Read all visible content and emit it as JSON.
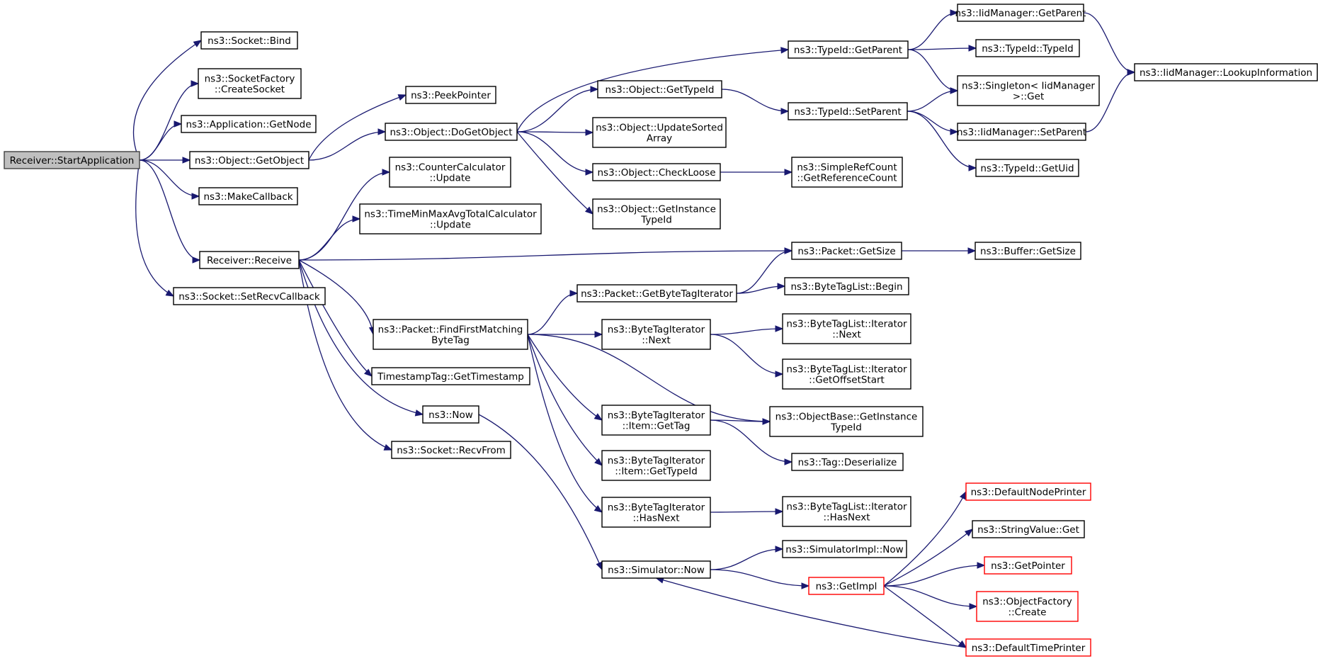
{
  "colors": {
    "edge": "#191970",
    "node_border": "#000000",
    "root_fill": "#bfbfbf",
    "root_border": "#404040",
    "truncated_border": "#ff0000",
    "text": "#000000"
  },
  "nodes": [
    {
      "id": "n0",
      "lines": [
        "Receiver::StartApplication"
      ],
      "style": "root"
    },
    {
      "id": "n1",
      "lines": [
        "ns3::Socket::Bind"
      ]
    },
    {
      "id": "n2",
      "lines": [
        "ns3::SocketFactory",
        "::CreateSocket"
      ]
    },
    {
      "id": "n3",
      "lines": [
        "ns3::Application::GetNode"
      ]
    },
    {
      "id": "n4",
      "lines": [
        "ns3::Object::GetObject"
      ]
    },
    {
      "id": "n5",
      "lines": [
        "ns3::MakeCallback"
      ]
    },
    {
      "id": "n6",
      "lines": [
        "Receiver::Receive"
      ]
    },
    {
      "id": "n7",
      "lines": [
        "ns3::Socket::SetRecvCallback"
      ]
    },
    {
      "id": "n8",
      "lines": [
        "ns3::PeekPointer"
      ]
    },
    {
      "id": "n9",
      "lines": [
        "ns3::Object::DoGetObject"
      ]
    },
    {
      "id": "n10",
      "lines": [
        "ns3::CounterCalculator",
        "::Update"
      ]
    },
    {
      "id": "n11",
      "lines": [
        "ns3::TimeMinMaxAvgTotalCalculator",
        "::Update"
      ]
    },
    {
      "id": "n12",
      "lines": [
        "ns3::Packet::FindFirstMatching",
        "ByteTag"
      ]
    },
    {
      "id": "n13",
      "lines": [
        "TimestampTag::GetTimestamp"
      ]
    },
    {
      "id": "n14",
      "lines": [
        "ns3::Now"
      ]
    },
    {
      "id": "n15",
      "lines": [
        "ns3::Socket::RecvFrom"
      ]
    },
    {
      "id": "n16",
      "lines": [
        "ns3::Object::GetTypeId"
      ]
    },
    {
      "id": "n17",
      "lines": [
        "ns3::Object::UpdateSorted",
        "Array"
      ]
    },
    {
      "id": "n18",
      "lines": [
        "ns3::Object::CheckLoose"
      ]
    },
    {
      "id": "n19",
      "lines": [
        "ns3::Object::GetInstance",
        "TypeId"
      ]
    },
    {
      "id": "n20",
      "lines": [
        "ns3::TypeId::GetParent"
      ]
    },
    {
      "id": "n21",
      "lines": [
        "ns3::TypeId::SetParent"
      ]
    },
    {
      "id": "n22",
      "lines": [
        "ns3::SimpleRefCount",
        "::GetReferenceCount"
      ]
    },
    {
      "id": "n23",
      "lines": [
        "ns3::IidManager::GetParent"
      ]
    },
    {
      "id": "n24",
      "lines": [
        "ns3::TypeId::TypeId"
      ]
    },
    {
      "id": "n25",
      "lines": [
        "ns3::Singleton< IidManager",
        ">::Get"
      ]
    },
    {
      "id": "n26",
      "lines": [
        "ns3::IidManager::SetParent"
      ]
    },
    {
      "id": "n27",
      "lines": [
        "ns3::TypeId::GetUid"
      ]
    },
    {
      "id": "n28",
      "lines": [
        "ns3::IidManager::LookupInformation"
      ]
    },
    {
      "id": "n29",
      "lines": [
        "ns3::Packet::GetSize"
      ]
    },
    {
      "id": "n30",
      "lines": [
        "ns3::Buffer::GetSize"
      ]
    },
    {
      "id": "n31",
      "lines": [
        "ns3::Packet::GetByteTagIterator"
      ]
    },
    {
      "id": "n32",
      "lines": [
        "ns3::ByteTagList::Begin"
      ]
    },
    {
      "id": "n33",
      "lines": [
        "ns3::ByteTagIterator",
        "::Next"
      ]
    },
    {
      "id": "n34",
      "lines": [
        "ns3::ByteTagList::Iterator",
        "::Next"
      ]
    },
    {
      "id": "n35",
      "lines": [
        "ns3::ByteTagList::Iterator",
        "::GetOffsetStart"
      ]
    },
    {
      "id": "n36",
      "lines": [
        "ns3::ByteTagIterator",
        "::Item::GetTag"
      ]
    },
    {
      "id": "n37",
      "lines": [
        "ns3::ObjectBase::GetInstance",
        "TypeId"
      ]
    },
    {
      "id": "n38",
      "lines": [
        "ns3::Tag::Deserialize"
      ]
    },
    {
      "id": "n39",
      "lines": [
        "ns3::ByteTagIterator",
        "::Item::GetTypeId"
      ]
    },
    {
      "id": "n40",
      "lines": [
        "ns3::ByteTagIterator",
        "::HasNext"
      ]
    },
    {
      "id": "n41",
      "lines": [
        "ns3::ByteTagList::Iterator",
        "::HasNext"
      ]
    },
    {
      "id": "n42",
      "lines": [
        "ns3::Simulator::Now"
      ]
    },
    {
      "id": "n43",
      "lines": [
        "ns3::SimulatorImpl::Now"
      ]
    },
    {
      "id": "n44",
      "lines": [
        "ns3::GetImpl"
      ],
      "style": "truncated"
    },
    {
      "id": "n45",
      "lines": [
        "ns3::DefaultNodePrinter"
      ],
      "style": "truncated"
    },
    {
      "id": "n46",
      "lines": [
        "ns3::StringValue::Get"
      ]
    },
    {
      "id": "n47",
      "lines": [
        "ns3::GetPointer"
      ],
      "style": "truncated"
    },
    {
      "id": "n48",
      "lines": [
        "ns3::ObjectFactory",
        "::Create"
      ],
      "style": "truncated"
    },
    {
      "id": "n49",
      "lines": [
        "ns3::DefaultTimePrinter"
      ],
      "style": "truncated"
    }
  ],
  "edges": [
    [
      "n0",
      "n1"
    ],
    [
      "n0",
      "n2"
    ],
    [
      "n0",
      "n3"
    ],
    [
      "n0",
      "n4"
    ],
    [
      "n0",
      "n5"
    ],
    [
      "n0",
      "n6"
    ],
    [
      "n0",
      "n7"
    ],
    [
      "n4",
      "n8"
    ],
    [
      "n4",
      "n9"
    ],
    [
      "n9",
      "n16"
    ],
    [
      "n9",
      "n17"
    ],
    [
      "n9",
      "n18"
    ],
    [
      "n9",
      "n19"
    ],
    [
      "n9",
      "n20"
    ],
    [
      "n16",
      "n21"
    ],
    [
      "n18",
      "n22"
    ],
    [
      "n20",
      "n23"
    ],
    [
      "n20",
      "n24"
    ],
    [
      "n20",
      "n25"
    ],
    [
      "n21",
      "n25"
    ],
    [
      "n21",
      "n26"
    ],
    [
      "n21",
      "n27"
    ],
    [
      "n23",
      "n28"
    ],
    [
      "n26",
      "n28"
    ],
    [
      "n6",
      "n10"
    ],
    [
      "n6",
      "n11"
    ],
    [
      "n6",
      "n29"
    ],
    [
      "n6",
      "n12"
    ],
    [
      "n6",
      "n13"
    ],
    [
      "n6",
      "n14"
    ],
    [
      "n6",
      "n15"
    ],
    [
      "n29",
      "n30"
    ],
    [
      "n12",
      "n31"
    ],
    [
      "n12",
      "n33"
    ],
    [
      "n12",
      "n37"
    ],
    [
      "n12",
      "n36"
    ],
    [
      "n12",
      "n39"
    ],
    [
      "n12",
      "n40"
    ],
    [
      "n31",
      "n29"
    ],
    [
      "n31",
      "n32"
    ],
    [
      "n33",
      "n34"
    ],
    [
      "n33",
      "n35"
    ],
    [
      "n36",
      "n37"
    ],
    [
      "n36",
      "n38"
    ],
    [
      "n40",
      "n41"
    ],
    [
      "n14",
      "n42"
    ],
    [
      "n42",
      "n43"
    ],
    [
      "n42",
      "n44"
    ],
    [
      "n44",
      "n45"
    ],
    [
      "n44",
      "n46"
    ],
    [
      "n44",
      "n47"
    ],
    [
      "n44",
      "n48"
    ],
    [
      "n44",
      "n49"
    ],
    [
      "n49",
      "n42"
    ]
  ]
}
